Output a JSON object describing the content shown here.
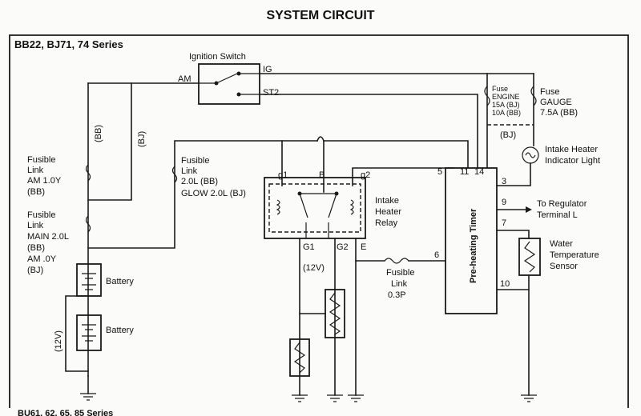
{
  "title": "SYSTEM CIRCUIT",
  "series_top": "BB22, BJ71, 74 Series",
  "series_bottom": "BU61, 62, 65, 85 Series",
  "ignition_switch": {
    "label": "Ignition Switch",
    "am": "AM",
    "ig": "IG",
    "st2": "ST2"
  },
  "fuse_engine": {
    "line1": "Fuse",
    "line2": "ENGINE",
    "line3": "15A (BJ)",
    "line4": "10A (BB)"
  },
  "fuse_gauge": {
    "line1": "Fuse",
    "line2": "GAUGE",
    "line3": "7.5A (BB)",
    "bj": "(BJ)"
  },
  "fusible_link_1": {
    "line1": "Fusible",
    "line2": "Link",
    "line3": "AM 1.0Y",
    "line4": "(BB)"
  },
  "fusible_link_main": {
    "line1": "Fusible",
    "line2": "Link",
    "line3": "MAIN 2.0L",
    "line4": "(BB)",
    "line5": "AM .0Y",
    "line6": "(BJ)"
  },
  "fusible_link_glow": {
    "line1": "Fusible",
    "line2": "Link",
    "line3": "2.0L (BB)",
    "line4": "GLOW 2.0L (BJ)"
  },
  "fusible_link_timer": {
    "line1": "Fusible",
    "line2": "Link",
    "line3": "0.3P"
  },
  "wire_bb": "(BB)",
  "wire_bj": "(BJ)",
  "relay": {
    "line1": "Intake",
    "line2": "Heater",
    "line3": "Relay",
    "g1": "g1",
    "b": "B",
    "g2": "g2",
    "G1": "G1",
    "G2": "G2",
    "E": "E"
  },
  "volt_12v": "(12V)",
  "timer": {
    "label": "Pre-heating Timer",
    "pins": {
      "p3": "3",
      "p5": "5",
      "p6": "6",
      "p7": "7",
      "p9": "9",
      "p10": "10",
      "p11": "11",
      "p14": "14"
    }
  },
  "indicator": {
    "line1": "Intake Heater",
    "line2": "Indicator Light"
  },
  "regulator": {
    "line1": "To Regulator",
    "line2": "Terminal L"
  },
  "sensor": {
    "line1": "Water",
    "line2": "Temperature",
    "line3": "Sensor"
  },
  "battery1": "Battery",
  "battery2": "Battery"
}
